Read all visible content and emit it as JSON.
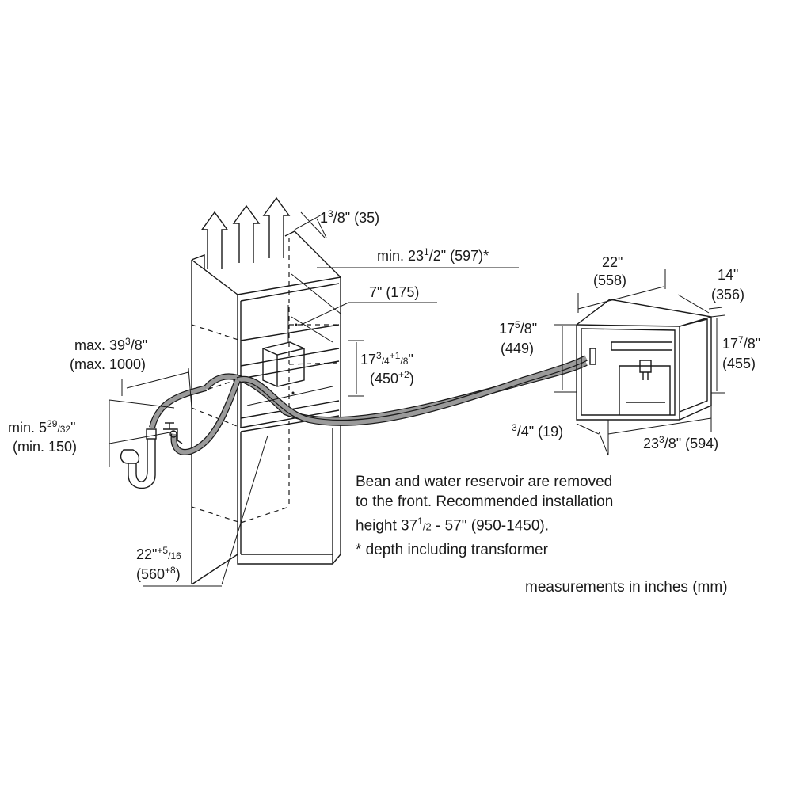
{
  "labels": {
    "top_gap": {
      "main": "1",
      "sup": "3",
      "sub": "/8",
      "rest": "\" (35)"
    },
    "min_depth": {
      "main": "min. 23",
      "sup": "1",
      "sub": "/2",
      "rest": "\" (597)*"
    },
    "seven": {
      "text": "7\" (175)"
    },
    "niche_height": {
      "main": "17",
      "sup": "3",
      "sub": "/4",
      "sup2": "+1",
      "sub2": "/8",
      "rest": "\"",
      "line2_main": "(450",
      "line2_sup": "+2",
      "line2_rest": ")"
    },
    "max_depth": {
      "main": "max. 39",
      "sup": "3",
      "sub": "/8",
      "rest": "\"",
      "line2": "(max. 1000)"
    },
    "min_side": {
      "main": "min. 5",
      "sup": "29",
      "sub": "/32",
      "rest": "\"",
      "line2": "(min. 150)"
    },
    "niche_width": {
      "main": "22\"",
      "sup": "+5",
      "sub": "/16",
      "line2_main": "(560",
      "line2_sup": "+8",
      "line2_rest": ")"
    },
    "app_width": {
      "line1": "22\"",
      "line2": "(558)"
    },
    "app_depth": {
      "line1": "14\"",
      "line2": "(356)"
    },
    "app_height_left": {
      "main": "17",
      "sup": "5",
      "sub": "/8",
      "rest": "\"",
      "line2": "(449)"
    },
    "app_height_right": {
      "main": "17",
      "sup": "7",
      "sub": "/8",
      "rest": "\"",
      "line2": "(455)"
    },
    "front_offset": {
      "sup": "3",
      "sub": "/4",
      "rest": "\" (19)"
    },
    "app_total_width": {
      "main": "23",
      "sup": "3",
      "sub": "/8",
      "rest": "\" (594)"
    }
  },
  "notes": {
    "line1": "Bean and water reservoir are removed",
    "line2": "to the front. Recommended installation",
    "line3_main": "height 37",
    "line3_sup": "1",
    "line3_sub": "/2",
    "line3_rest": " - 57\" (950-1450).",
    "footnote": "* depth including transformer",
    "units": "measurements in inches (mm)"
  }
}
